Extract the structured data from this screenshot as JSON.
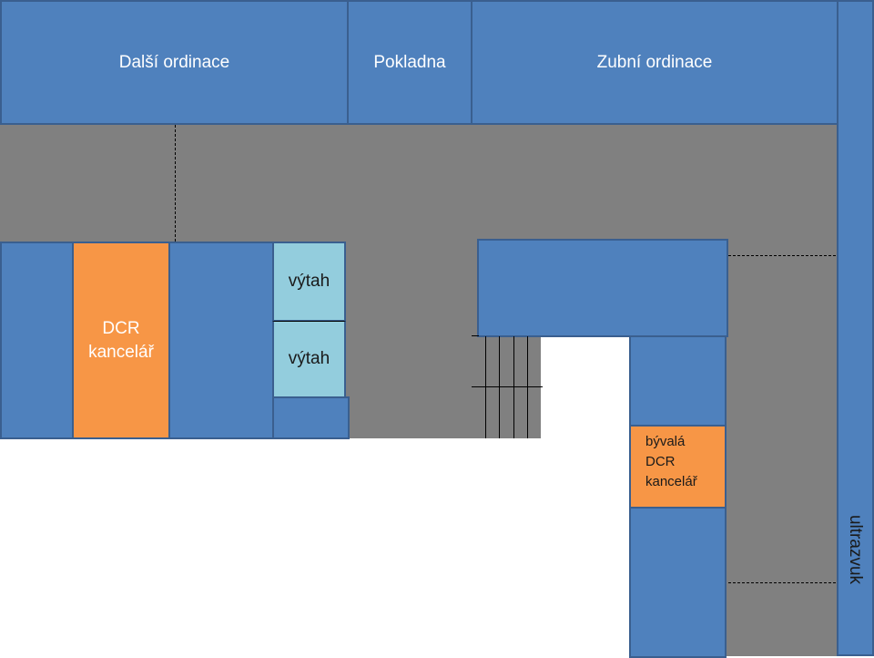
{
  "rooms": {
    "dalsi_ordinace": "Další ordinace",
    "pokladna": "Pokladna",
    "zubni_ordinace": "Zubní ordinace",
    "ultrazvuk": "ultrazvuk",
    "dcr_kancelar_line1": "DCR",
    "dcr_kancelar_line2": "kancelář",
    "vytah_1": "výtah",
    "vytah_2": "výtah",
    "byvala_line1": "bývalá",
    "byvala_line2": "DCR",
    "byvala_line3": "kancelář"
  },
  "colors": {
    "room": "#4f81bd",
    "highlight": "#f79646",
    "elevator": "#93cddd",
    "corridor": "#808080"
  }
}
